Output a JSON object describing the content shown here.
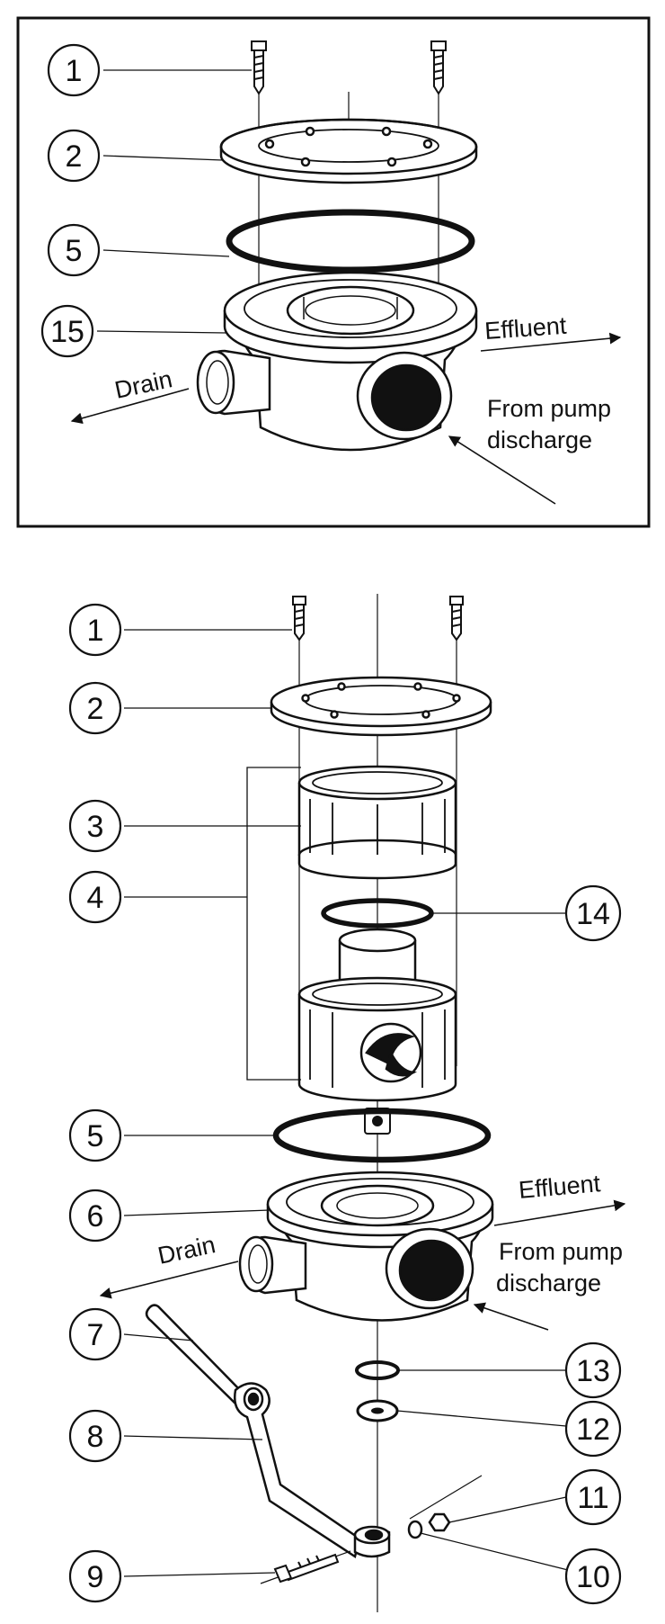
{
  "top_diagram": {
    "callouts": [
      {
        "number": "1"
      },
      {
        "number": "2"
      },
      {
        "number": "5"
      },
      {
        "number": "15"
      }
    ],
    "labels": {
      "effluent": "Effluent",
      "drain": "Drain",
      "from_pump_line1": "From pump",
      "from_pump_line2": "discharge"
    }
  },
  "bottom_diagram": {
    "callouts": [
      {
        "number": "1"
      },
      {
        "number": "2"
      },
      {
        "number": "3"
      },
      {
        "number": "4"
      },
      {
        "number": "5"
      },
      {
        "number": "6"
      },
      {
        "number": "7"
      },
      {
        "number": "8"
      },
      {
        "number": "9"
      },
      {
        "number": "14"
      },
      {
        "number": "13"
      },
      {
        "number": "12"
      },
      {
        "number": "11"
      },
      {
        "number": "10"
      }
    ],
    "labels": {
      "effluent": "Effluent",
      "drain": "Drain",
      "from_pump_line1": "From pump",
      "from_pump_line2": "discharge"
    }
  }
}
